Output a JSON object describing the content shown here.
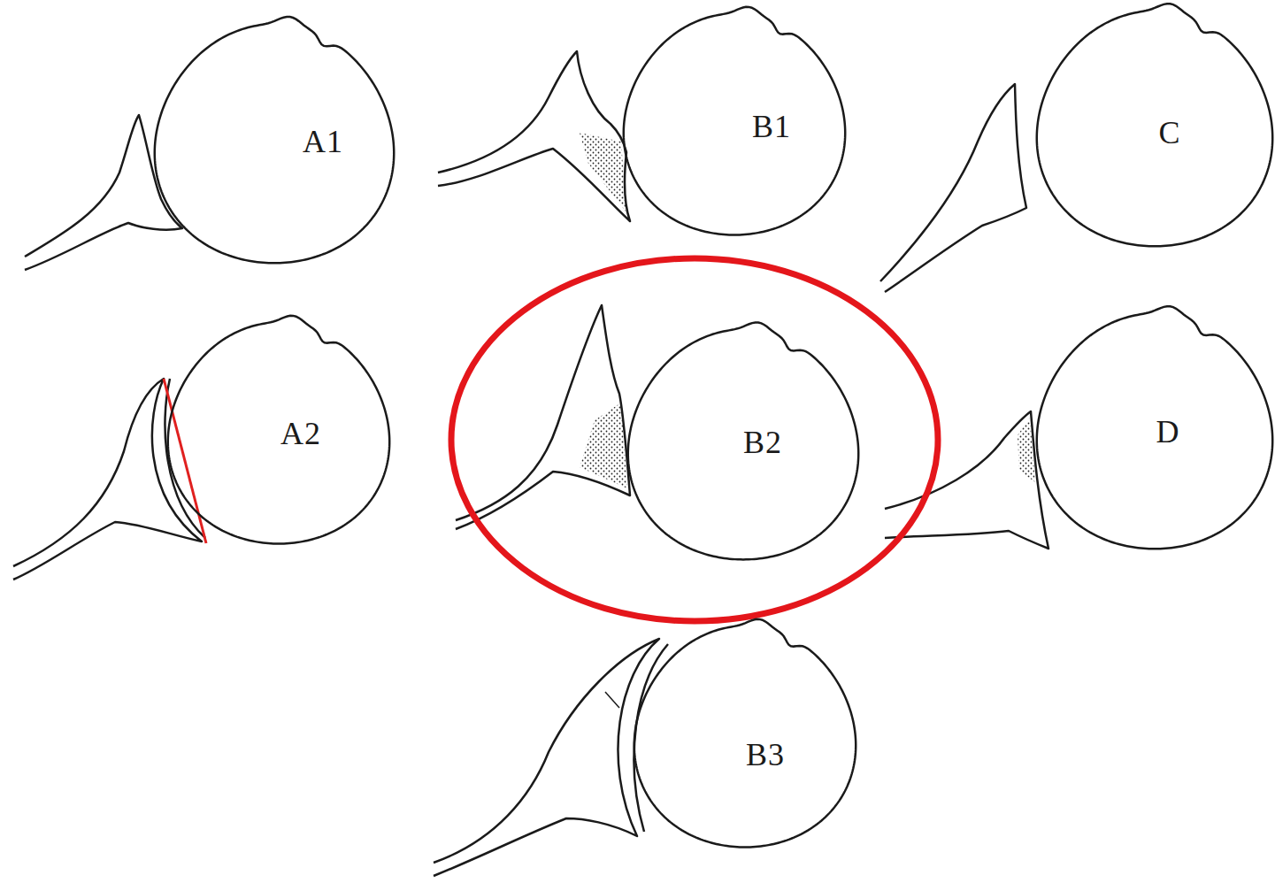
{
  "diagram": {
    "nodes": [
      {
        "text": [
          "A1"
        ]
      },
      {
        "text": [
          "B1"
        ]
      },
      {
        "text": [
          "C"
        ]
      },
      {
        "text": [
          "A2"
        ]
      },
      {
        "text": [
          "B2"
        ]
      },
      {
        "text": [
          "D"
        ]
      },
      {
        "text": [
          "B3"
        ]
      }
    ]
  }
}
